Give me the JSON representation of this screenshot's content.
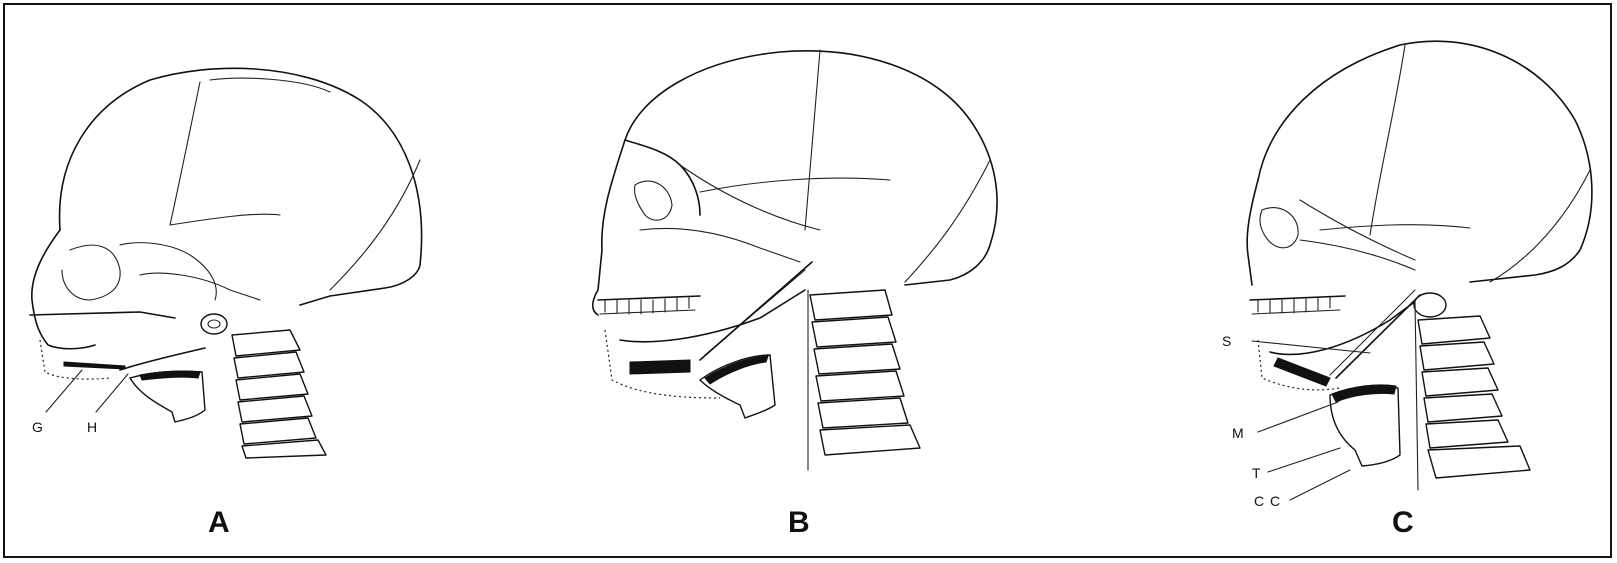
{
  "panels": [
    {
      "label": "A",
      "callouts": [
        "G",
        "H"
      ]
    },
    {
      "label": "B",
      "callouts": []
    },
    {
      "label": "C",
      "callouts": [
        "S",
        "M",
        "T",
        "C C"
      ]
    }
  ]
}
